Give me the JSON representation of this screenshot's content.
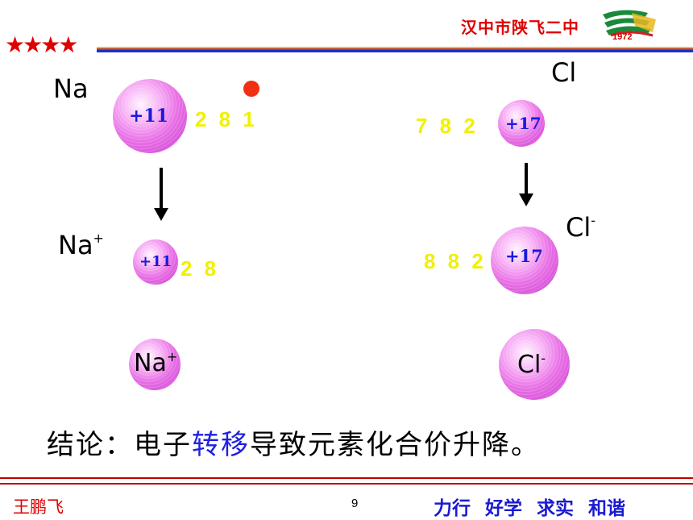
{
  "header": {
    "school_name": "汉中市陕飞二中",
    "logo_year": "1972",
    "stars": "★★★★"
  },
  "sodium": {
    "atom_label": "Na",
    "nucleus": "+11",
    "shells": "2 8 1",
    "ion_label": "Na",
    "ion_charge": "+",
    "ion_nucleus": "+11",
    "ion_shells": "2 8",
    "ion_sphere_label": "Na",
    "ion_sphere_charge": "+"
  },
  "chlorine": {
    "atom_label": "Cl",
    "nucleus": "+17",
    "shells": "7 8 2",
    "ion_label": "Cl",
    "ion_charge": "-",
    "ion_nucleus": "+17",
    "ion_shells": "8 8 2",
    "ion_sphere_label": "Cl",
    "ion_sphere_charge": "-"
  },
  "conclusion": {
    "prefix": "结论：电子",
    "highlight": "转移",
    "suffix": "导致元素化合价升降。"
  },
  "footer": {
    "author": "王鹏飞",
    "page_number": "9",
    "motto": "力行 好学 求实 和谐"
  },
  "colors": {
    "title_red": "#e00000",
    "shell_yellow": "#f0f000",
    "nucleus_blue": "#1a1ad8",
    "highlight_blue": "#2020e0",
    "electron_red": "#f03010"
  }
}
